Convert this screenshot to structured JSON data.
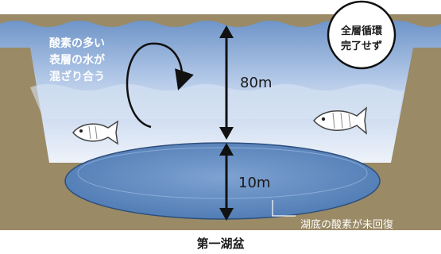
{
  "mixing_label": [
    "酸素の多い",
    "表層の水が",
    "混ざり合う"
  ],
  "incomplete_circulation_label": [
    "全層循環",
    "完了せず"
  ],
  "depth_surface_layer": "80m",
  "depth_bottom_layer": "10m",
  "bottom_oxygen_label": "湖底の酸素が未回復",
  "caption": "第一湖盆",
  "colors": {
    "water_top": "#6f95c9",
    "water_light": "#dfe8f5",
    "basin_fill": "#5a86bd",
    "ground": "#9a8a66",
    "arrow": "#111111"
  }
}
